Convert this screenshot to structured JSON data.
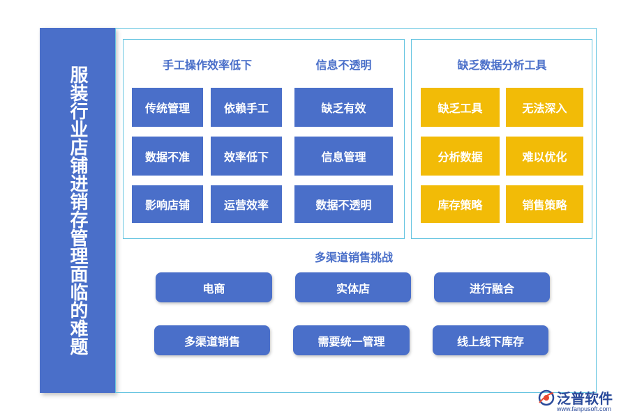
{
  "title": "服装行业店铺进销存管理面临的难题",
  "left_panel": {
    "heading_1": "手工操作效率低下",
    "heading_2": "信息不透明",
    "col1": [
      "传统管理",
      "数据不准",
      "影响店铺"
    ],
    "col2": [
      "依赖手工",
      "效率低下",
      "运营效率"
    ],
    "col3": [
      "缺乏有效",
      "信息管理",
      "数据不透明"
    ]
  },
  "right_panel": {
    "heading": "缺乏数据分析工具",
    "col1": [
      "缺乏工具",
      "分析数据",
      "库存策略"
    ],
    "col2": [
      "无法深入",
      "难以优化",
      "销售策略"
    ]
  },
  "bottom": {
    "heading": "多渠道销售挑战",
    "row1": [
      "电商",
      "实体店",
      "进行融合"
    ],
    "row2": [
      "多渠道销售",
      "需要统一管理",
      "线上线下库存"
    ]
  },
  "logo": {
    "name": "泛普软件",
    "url": "www.fanpusoft.com"
  },
  "colors": {
    "blue": "#4a6fc9",
    "gold": "#f2bb07",
    "frame": "#64c4e0"
  }
}
